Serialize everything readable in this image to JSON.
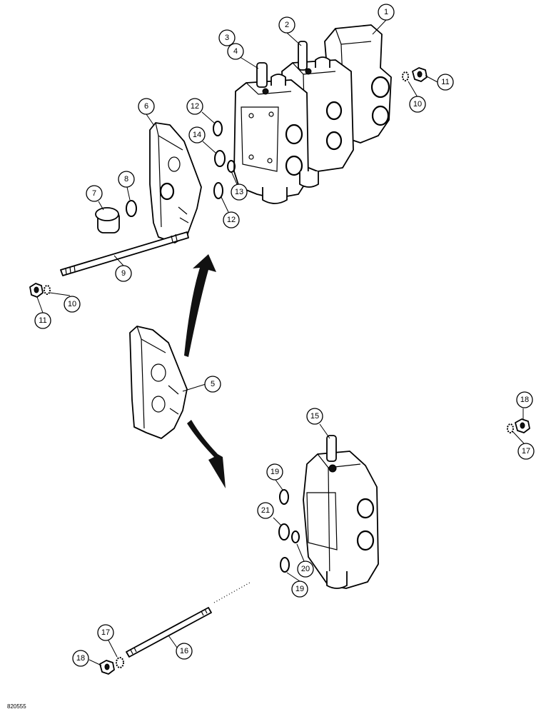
{
  "figure_id": "820555",
  "callouts": [
    {
      "id": "c1",
      "label": "1"
    },
    {
      "id": "c2",
      "label": "2"
    },
    {
      "id": "c3",
      "label": "3"
    },
    {
      "id": "c4",
      "label": "4"
    },
    {
      "id": "c5",
      "label": "5"
    },
    {
      "id": "c6",
      "label": "6"
    },
    {
      "id": "c7",
      "label": "7"
    },
    {
      "id": "c8",
      "label": "8"
    },
    {
      "id": "c9",
      "label": "9"
    },
    {
      "id": "c10a",
      "label": "10"
    },
    {
      "id": "c10b",
      "label": "10"
    },
    {
      "id": "c11a",
      "label": "11"
    },
    {
      "id": "c11b",
      "label": "11"
    },
    {
      "id": "c12a",
      "label": "12"
    },
    {
      "id": "c12b",
      "label": "12"
    },
    {
      "id": "c13",
      "label": "13"
    },
    {
      "id": "c14",
      "label": "14"
    },
    {
      "id": "c15",
      "label": "15"
    },
    {
      "id": "c16",
      "label": "16"
    },
    {
      "id": "c17a",
      "label": "17"
    },
    {
      "id": "c17b",
      "label": "17"
    },
    {
      "id": "c18a",
      "label": "18"
    },
    {
      "id": "c18b",
      "label": "18"
    },
    {
      "id": "c19a",
      "label": "19"
    },
    {
      "id": "c19b",
      "label": "19"
    },
    {
      "id": "c20",
      "label": "20"
    },
    {
      "id": "c21",
      "label": "21"
    }
  ]
}
